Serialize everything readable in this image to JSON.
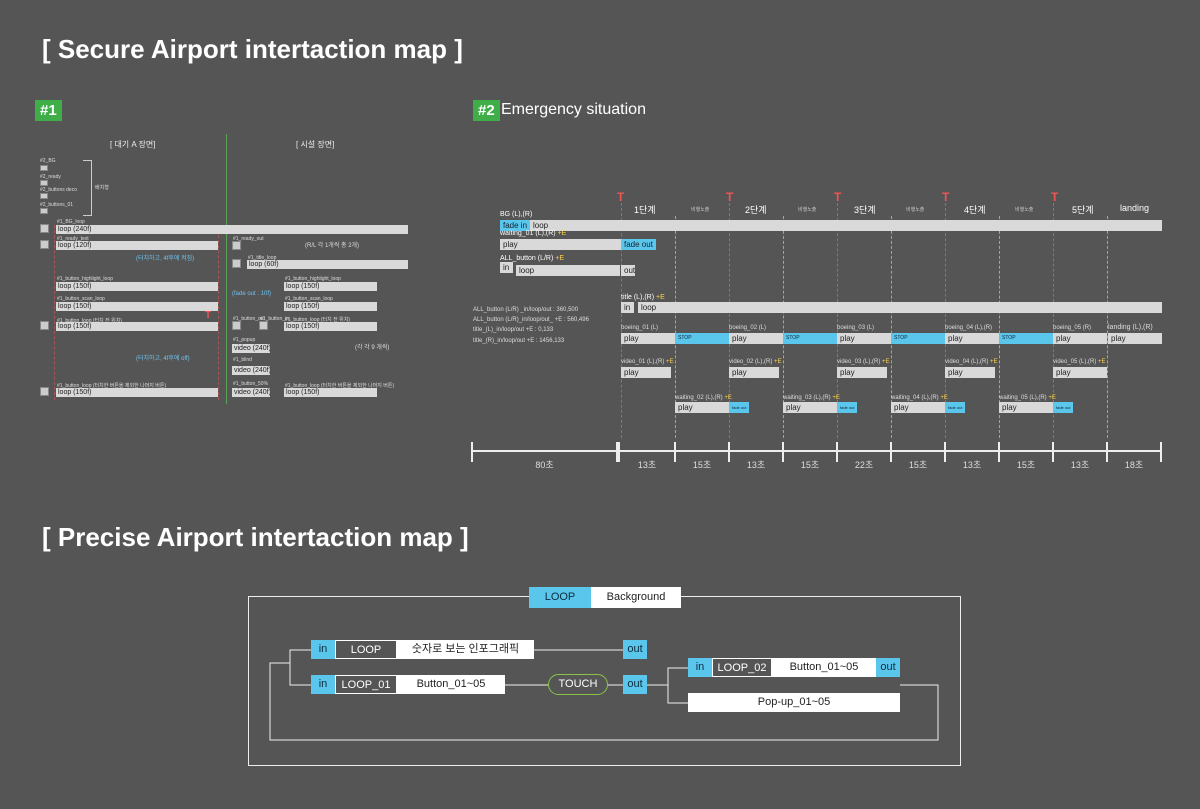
{
  "titles": {
    "secure": "[ Secure Airport intertaction map ]",
    "precise": "[ Precise Airport intertaction map ]"
  },
  "section1": {
    "badge": "#1",
    "header_left": "[ 대기 A 장면]",
    "header_right": "[ 시설 장면]",
    "group_items": [
      "#2_BG",
      "#2_ready",
      "#2_buttons deco",
      "#2_buttons_01"
    ],
    "group_note": "배치형",
    "rows": [
      {
        "label": "#1_BG_loop",
        "bar": "loop (240f)"
      },
      {
        "label": "#1_ready_text",
        "bar": "loop (120f)"
      },
      {
        "label": "#1_button_highlight_loop",
        "bar": "loop (150f)"
      },
      {
        "label": "#1_button_scan_loop",
        "bar": "loop (150f)"
      },
      {
        "label": "#1_button_loop (터치 전 위치)",
        "bar": "loop (150f)"
      },
      {
        "label": "#1_button_loop (터치한 버튼을 제외한 나머지 버튼)",
        "bar": "loop (150f)"
      }
    ],
    "right_rows": [
      {
        "label": "#1_title_loop",
        "bar": "loop (60f)"
      },
      {
        "label": "#1_button_highlight_loop",
        "bar": "loop (150f)"
      },
      {
        "label": "#1_button_scan_loop",
        "bar": "loop (150f)"
      },
      {
        "label": "#1_button_loop (터치 전 위치)",
        "bar": "loop (150f)"
      },
      {
        "label": "#1_button_loop (터치한 버튼을 제외한 나머지 버튼)",
        "bar": "loop (150f)"
      }
    ],
    "popup": {
      "label": "#1_popup",
      "bar": "video (240f)"
    },
    "blind": {
      "label": "#1_blind",
      "bar": "video (240f)"
    },
    "button50": {
      "label": "#1_button_50%",
      "bar": "video (240f)"
    },
    "ready_out": "#1_ready_out",
    "button_out": "#1_button_out",
    "button_in": "#1_button_in",
    "notes": {
      "touch1": "(터치하고, 4f후에 켜짐)",
      "fade": "(fade out : 10f)",
      "touch2": "(터치하고, 4f후에 off)",
      "rl_each": "(R/L 각 1개씩 총 2개)",
      "each9": "(각 각 9 개씩)"
    }
  },
  "section2": {
    "badge": "#2",
    "title": "Emergency situation",
    "stages": [
      "1단계",
      "2단계",
      "3단계",
      "4단계",
      "5단계",
      "landing"
    ],
    "stage_sub": "비행노출",
    "rows": {
      "bg_label": "BG (L),(R)",
      "fade_in": "fade in",
      "loop": "loop",
      "waiting_label": "waiting_01 (L),(R)",
      "plus_e": "+E",
      "play": "play",
      "fade_out": "fade out",
      "all_button_label": "ALL_button (L/R)",
      "in": "in",
      "out": "out",
      "title_label": "title (L),(R)",
      "stop": "STOP",
      "landing_label": "landing (L),(R)"
    },
    "info_lines": [
      "ALL_button (L/R) _in/loop/out : 360,500",
      "ALL_button (L/R)_in/loop/out_ +E : 560,496",
      "title_(L)_in/loop/out +E : 0,133",
      "title_(R)_in/loop/out +E : 1456,133"
    ],
    "boeing": [
      "boeing_01 (L)",
      "boeing_02 (L)",
      "boeing_03 (L)",
      "boeing_04 (L),(R)",
      "boeing_05 (R)"
    ],
    "video": [
      "video_01 (L),(R)",
      "video_02 (L),(R)",
      "video_03 (L),(R)",
      "video_04 (L),(R)",
      "video_05 (L),(R)"
    ],
    "waiting": [
      "waiting_02 (L),(R)",
      "waiting_03 (L),(R)",
      "waiting_04 (L),(R)",
      "waiting_05 (L),(R)"
    ],
    "durations": [
      "80초",
      "13초",
      "15초",
      "13초",
      "15초",
      "22초",
      "15초",
      "13초",
      "15초",
      "13초",
      "18초"
    ]
  },
  "precise": {
    "top_loop": "LOOP",
    "top_background": "Background",
    "row1": {
      "in": "in",
      "loop": "LOOP",
      "text": "숫자로 보는 인포그래픽",
      "out": "out"
    },
    "row2": {
      "in": "in",
      "loop": "LOOP_01",
      "text": "Button_01~05",
      "touch": "TOUCH",
      "out": "out"
    },
    "right": {
      "in": "in",
      "loop": "LOOP_02",
      "text": "Button_01~05",
      "out": "out",
      "popup": "Pop-up_01~05"
    }
  },
  "colors": {
    "background": "#555555",
    "accent_blue": "#5bc6ec",
    "accent_green": "#3fae49",
    "marker_red": "#d9534f"
  }
}
